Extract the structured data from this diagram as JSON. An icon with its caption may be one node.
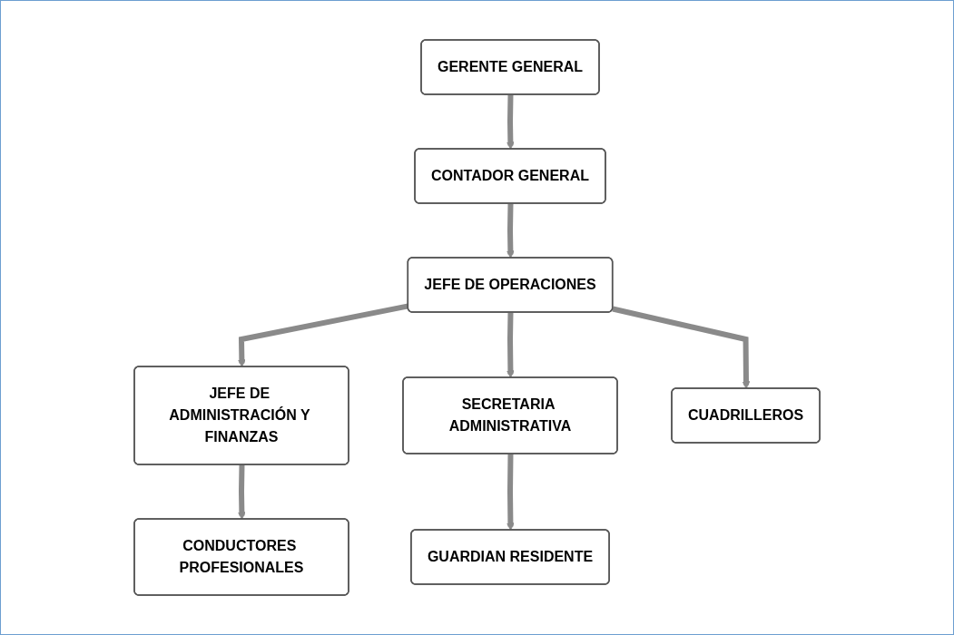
{
  "diagram": {
    "nodes": [
      {
        "text": [
          "GERENTE GENERAL"
        ]
      },
      {
        "text": [
          "CONTADOR GENERAL"
        ]
      },
      {
        "text": [
          "JEFE DE OPERACIONES"
        ]
      },
      {
        "text": [
          "JEFE DE ADMINISTRACIÓN Y FINANZAS"
        ]
      },
      {
        "text": [
          "SECRETARIA ADMINISTRATIVA"
        ]
      },
      {
        "text": [
          "CONDUCTORES PROFESIONALES"
        ]
      },
      {
        "text": [
          "CUADRILLEROS"
        ]
      },
      {
        "text": [
          "GUARDIAN RESIDENTE"
        ]
      }
    ],
    "edges": [
      {
        "from": 0,
        "to": 1,
        "arrow": "to"
      },
      {
        "from": 1,
        "to": 2,
        "arrow": "to"
      },
      {
        "from": 2,
        "to": 3,
        "arrow": "to"
      },
      {
        "from": 2,
        "to": 6,
        "arrow": "to"
      },
      {
        "from": 2,
        "to": 4,
        "arrow": "to"
      },
      {
        "from": 3,
        "to": 5,
        "arrow": "to"
      },
      {
        "from": 4,
        "to": 7,
        "arrow": "to"
      }
    ]
  }
}
